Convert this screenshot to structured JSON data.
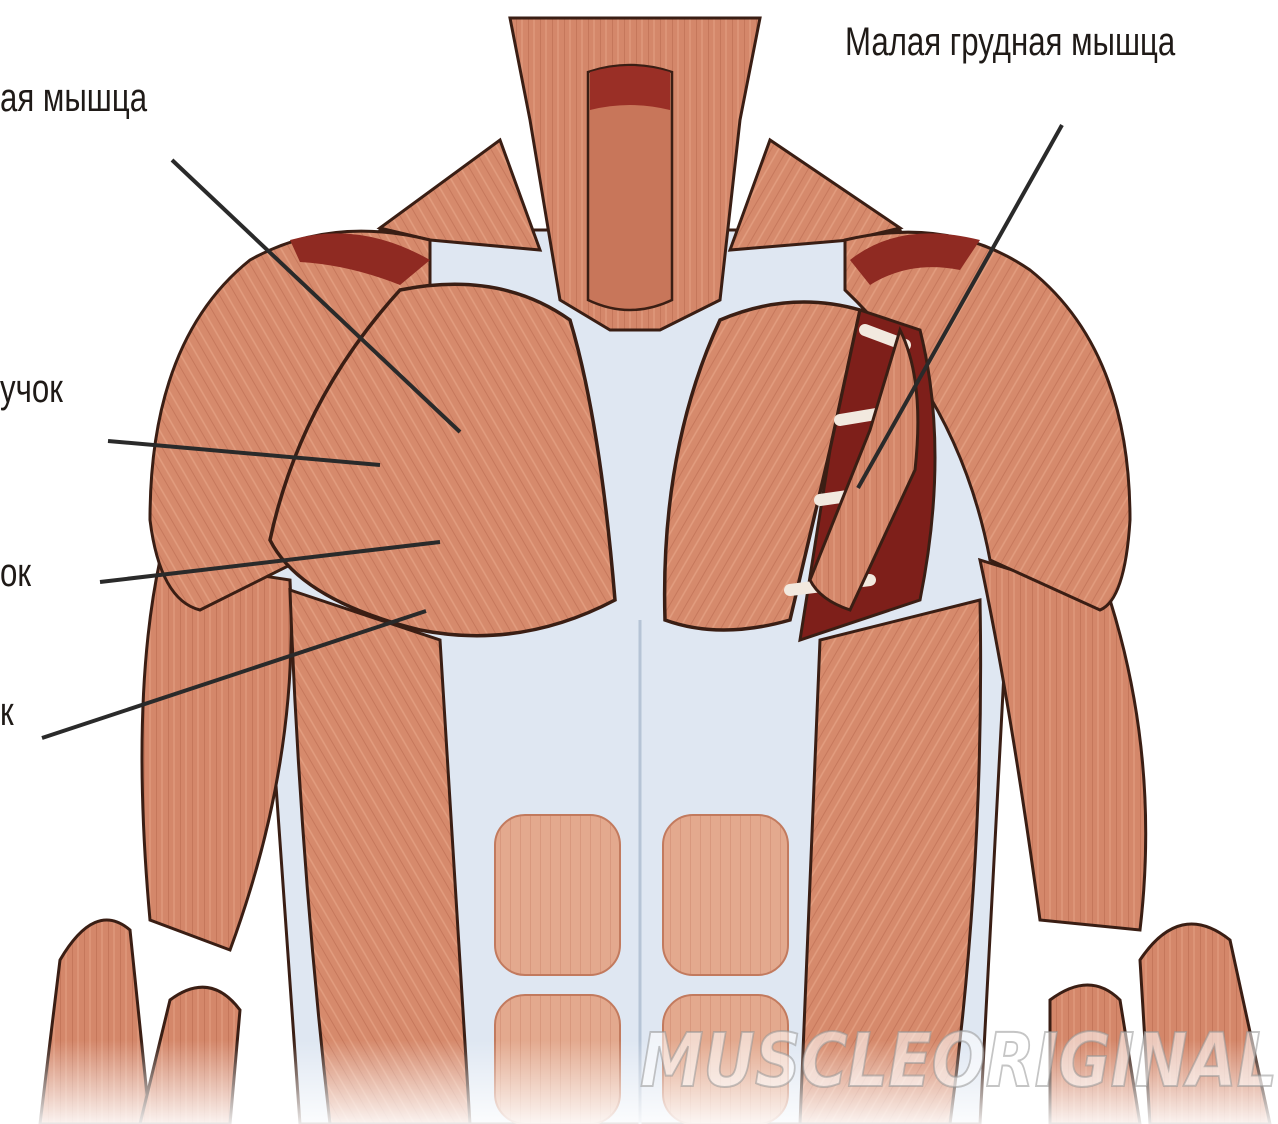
{
  "labels": {
    "top_left": "ая мышца",
    "top_right": "Малая грудная мышца",
    "left_1": "учок",
    "left_2": "ок",
    "left_3": "к"
  },
  "watermark": "MUSCLEORIGINAL.C",
  "colors": {
    "background": "#ffffff",
    "muscle": "#d4876a",
    "muscle_dark": "#a9543a",
    "muscle_deep": "#8a2a22",
    "tendon": "#dfe7f2",
    "outline": "#3a1e14",
    "leader_line": "#2a2a2a"
  }
}
